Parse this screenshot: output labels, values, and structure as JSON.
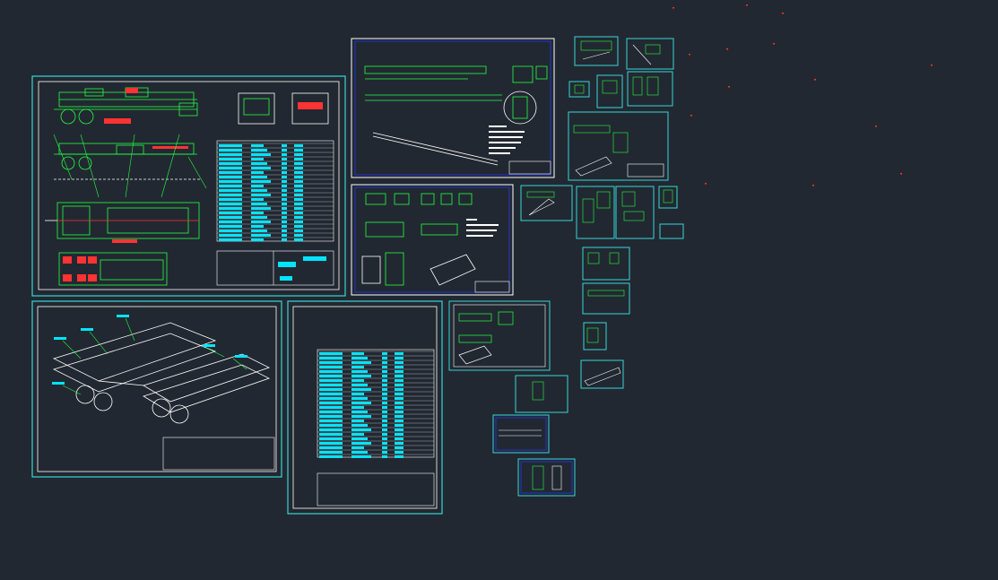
{
  "workspace": {
    "background": "#222831",
    "colors": {
      "frame": "#37d6d6",
      "frame_alt": "#ffffff",
      "line": "#ffffff",
      "geometry": "#22ff44",
      "hatch": "#ff3333",
      "callout": "#00e5ff",
      "table_fill": "#00e5ff",
      "stray_mark": "#ff3030"
    }
  },
  "sheets": [
    {
      "id": "general-assembly",
      "kind": "assembly-with-table",
      "border": "frame"
    },
    {
      "id": "frame-side-beam",
      "kind": "beam-detail",
      "border": "frame_alt"
    },
    {
      "id": "bracket-details",
      "kind": "parts-detail",
      "border": "frame_alt"
    },
    {
      "id": "isometric-view",
      "kind": "isometric",
      "border": "frame"
    },
    {
      "id": "parts-list",
      "kind": "table",
      "border": "frame"
    },
    {
      "id": "crossmember-detail",
      "kind": "small-detail",
      "border": "frame"
    },
    {
      "id": "small-part-a",
      "kind": "small-detail",
      "border": "frame"
    },
    {
      "id": "small-part-b",
      "kind": "small-detail",
      "border": "frame_alt"
    },
    {
      "id": "small-part-c",
      "kind": "small-detail",
      "border": "frame"
    },
    {
      "id": "small-part-d",
      "kind": "small-detail",
      "border": "frame_alt"
    }
  ]
}
